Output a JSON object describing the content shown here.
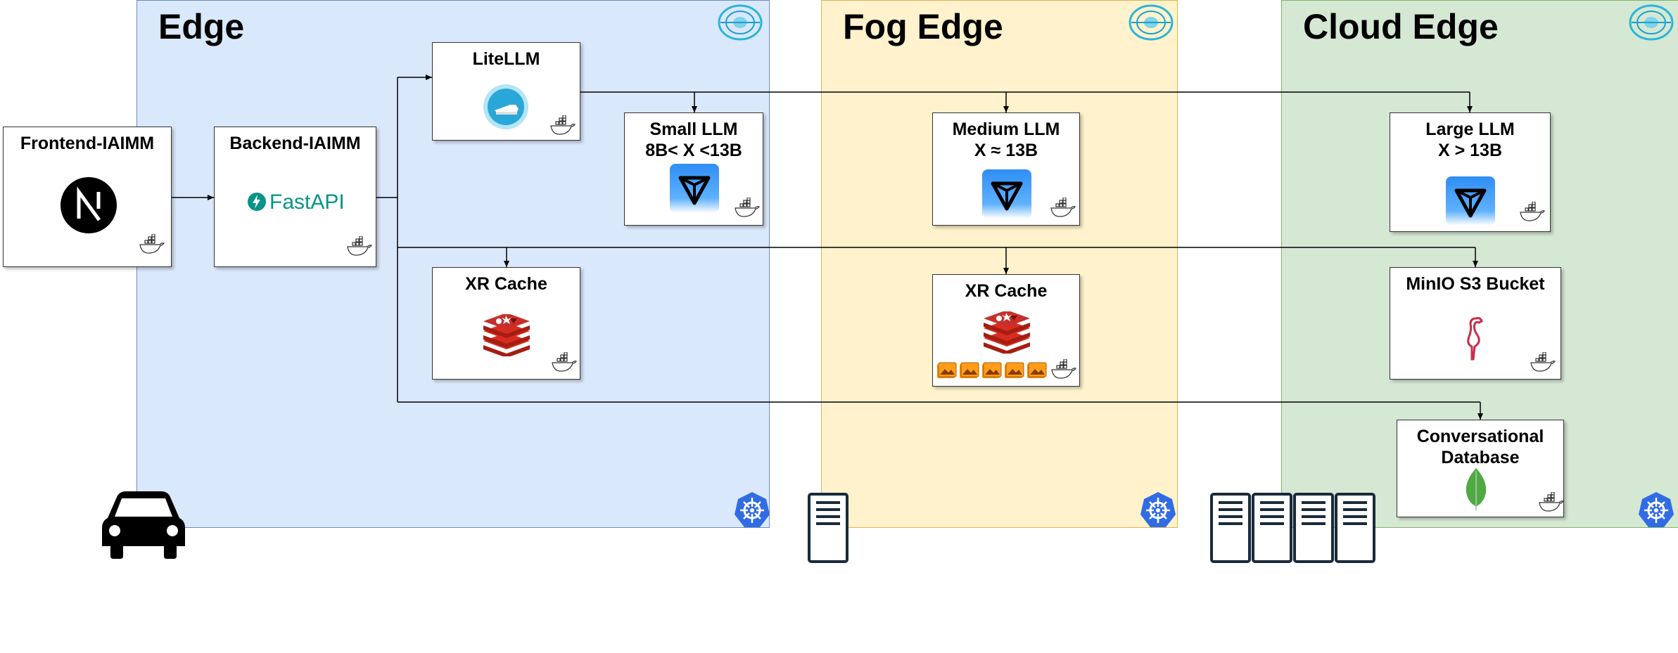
{
  "zones": {
    "edge": {
      "title": "Edge"
    },
    "fog": {
      "title": "Fog Edge"
    },
    "cloud": {
      "title": "Cloud Edge"
    }
  },
  "nodes": {
    "frontend": {
      "title": "Frontend-IAIMM"
    },
    "backend": {
      "title": "Backend-IAIMM",
      "logo_text": "FastAPI"
    },
    "litellm": {
      "title": "LiteLLM"
    },
    "small_llm": {
      "title_line1": "Small LLM",
      "title_line2": "8B< X <13B"
    },
    "medium_llm": {
      "title_line1": "Medium LLM",
      "title_line2": "X ≈ 13B"
    },
    "large_llm": {
      "title_line1": "Large LLM",
      "title_line2": "X > 13B"
    },
    "xr_cache_edge": {
      "title": "XR Cache"
    },
    "xr_cache_fog": {
      "title": "XR Cache"
    },
    "minio": {
      "title": "MinIO S3 Bucket"
    },
    "conv_db": {
      "title_line1": "Conversational",
      "title_line2": "Database"
    }
  },
  "colors": {
    "edge_fill": "#dae8fc",
    "fog_fill": "#fff2cc",
    "cloud_fill": "#d5e8d4",
    "kubernetes": "#326ce5",
    "redis": "#c6302b",
    "fastapi": "#059487",
    "mongodb": "#4faa41",
    "minio": "#c72e49",
    "ollama_blue": "#2f8ef4"
  }
}
